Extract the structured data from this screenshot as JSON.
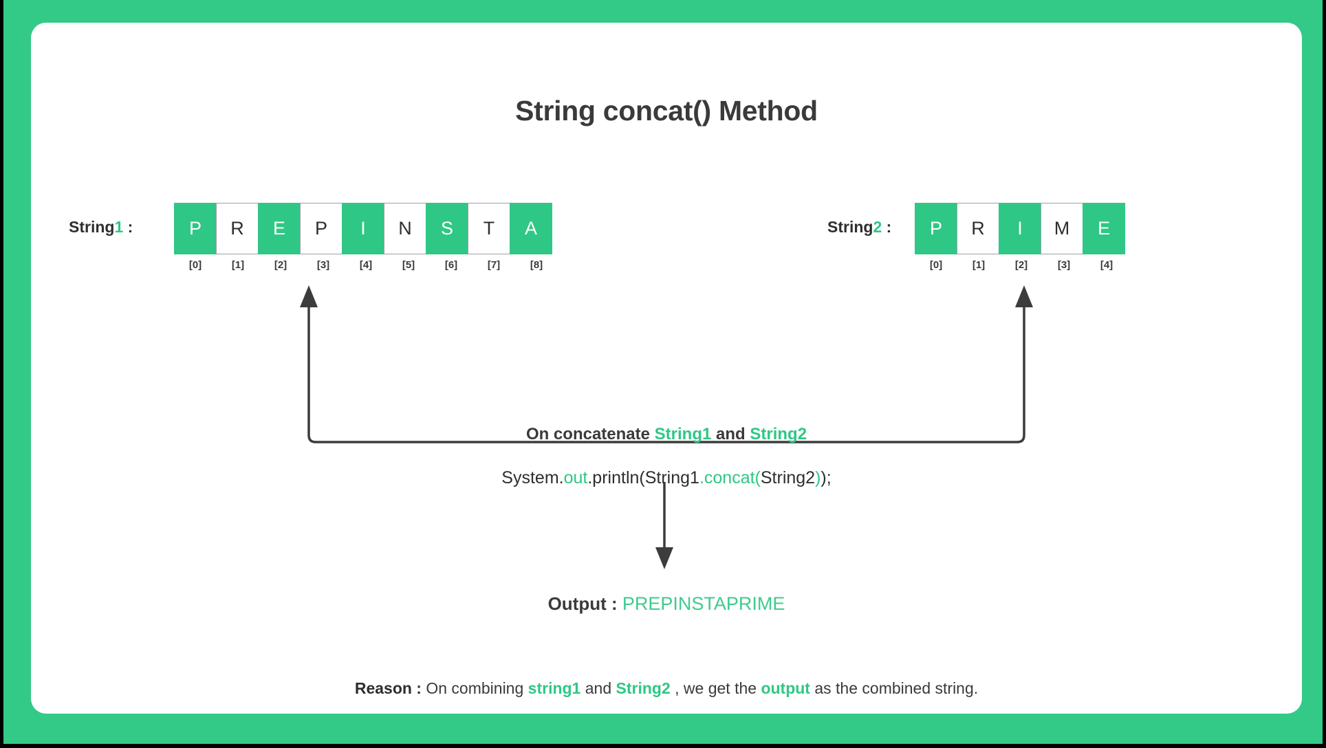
{
  "theme": {
    "accent_green": "#2FC785",
    "frame_green": "#33C987",
    "text_dark": "#3A3A3A",
    "card_white": "#FFFFFF",
    "arrow_gray": "#3C3C3C"
  },
  "header": {
    "title": "String concat() Method"
  },
  "string1": {
    "label_name": "String",
    "label_num": "1",
    "label_colon": " :",
    "value": "PREPINSTA",
    "cells": [
      {
        "char": "P",
        "index": "[0]",
        "highlighted": true
      },
      {
        "char": "R",
        "index": "[1]",
        "highlighted": false
      },
      {
        "char": "E",
        "index": "[2]",
        "highlighted": true
      },
      {
        "char": "P",
        "index": "[3]",
        "highlighted": false
      },
      {
        "char": "I",
        "index": "[4]",
        "highlighted": true
      },
      {
        "char": "N",
        "index": "[5]",
        "highlighted": false
      },
      {
        "char": "S",
        "index": "[6]",
        "highlighted": true
      },
      {
        "char": "T",
        "index": "[7]",
        "highlighted": false
      },
      {
        "char": "A",
        "index": "[8]",
        "highlighted": true
      }
    ]
  },
  "string2": {
    "label_name": "String",
    "label_num": "2",
    "label_colon": " :",
    "value": "PRIME",
    "cells": [
      {
        "char": "P",
        "index": "[0]",
        "highlighted": true
      },
      {
        "char": "R",
        "index": "[1]",
        "highlighted": false
      },
      {
        "char": "I",
        "index": "[2]",
        "highlighted": true
      },
      {
        "char": "M",
        "index": "[3]",
        "highlighted": false
      },
      {
        "char": "E",
        "index": "[4]",
        "highlighted": true
      }
    ]
  },
  "concat_note": {
    "text_1": "On concatenate ",
    "green_1": "String1",
    "text_2": " and ",
    "green_2": "String2"
  },
  "code": {
    "part_1": "System.",
    "green_1": "out",
    "part_2": ".println(String1",
    "green_2": ".concat(",
    "part_3": "String2",
    "green_3": ")",
    "part_4": ");"
  },
  "output": {
    "label": "Output : ",
    "value": "PREPINSTAPRIME"
  },
  "reason": {
    "label": "Reason : ",
    "text_1": "On combining ",
    "green_1": "string1",
    "text_2": " and ",
    "green_2": "String2",
    "text_3": " , we get the ",
    "green_3": "output",
    "text_4": " as the combined string."
  }
}
